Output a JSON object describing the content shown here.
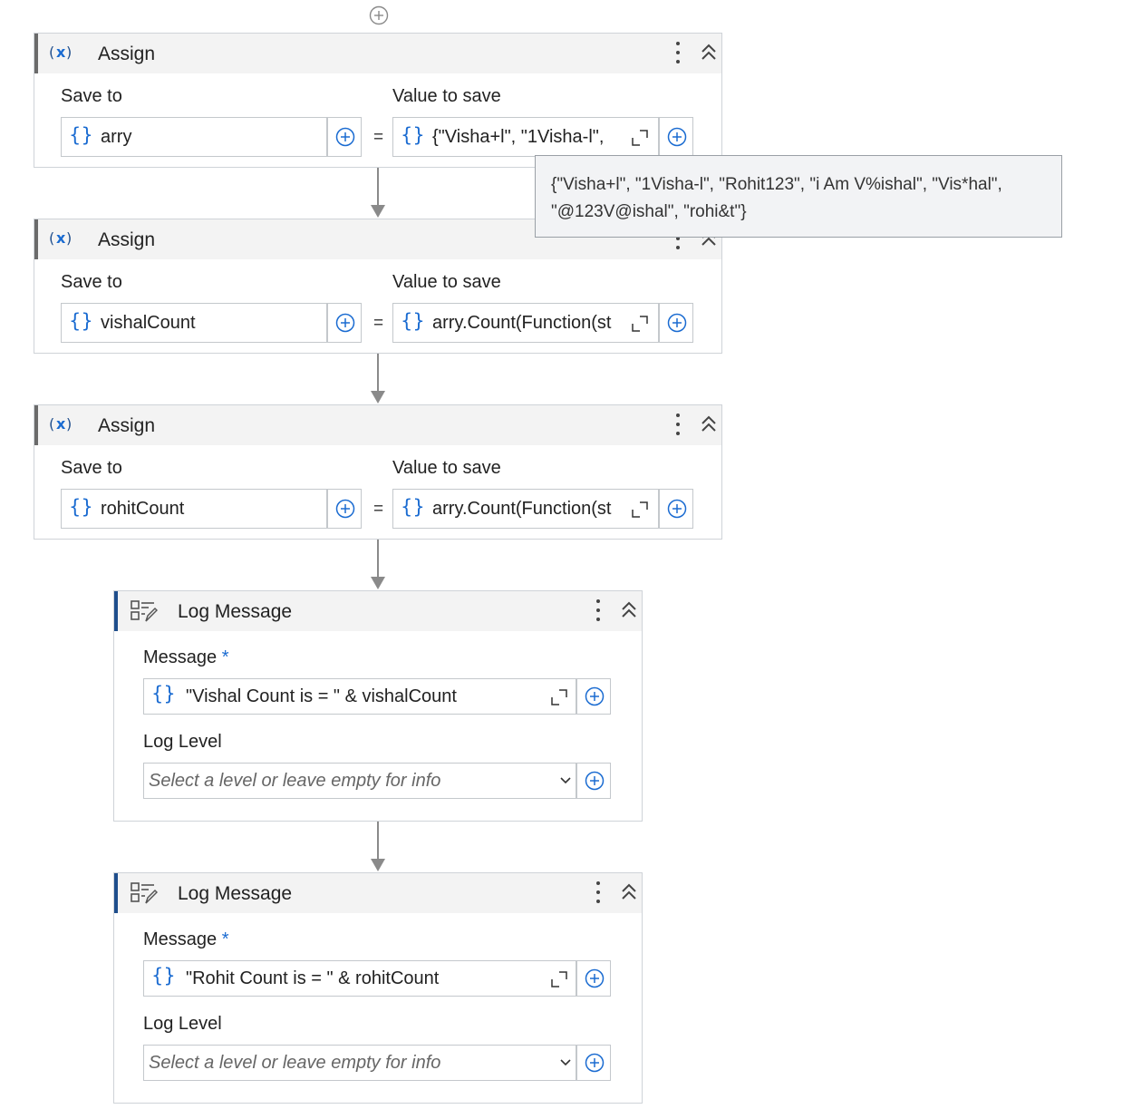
{
  "top_add": {
    "icon": "plus-circle-icon"
  },
  "assigns": [
    {
      "title": "Assign",
      "icon": "variable-x-icon",
      "save_to_label": "Save to",
      "value_label": "Value to save",
      "save_to_value": "arry",
      "equals": "=",
      "value_text": "{\"Visha+l\", \"1Visha-l\","
    },
    {
      "title": "Assign",
      "icon": "variable-x-icon",
      "save_to_label": "Save to",
      "value_label": "Value to save",
      "save_to_value": "vishalCount",
      "equals": "=",
      "value_text": "arry.Count(Function(st"
    },
    {
      "title": "Assign",
      "icon": "variable-x-icon",
      "save_to_label": "Save to",
      "value_label": "Value to save",
      "save_to_value": "rohitCount",
      "equals": "=",
      "value_text": "arry.Count(Function(st"
    }
  ],
  "tooltip": {
    "line1": "{\"Visha+l\", \"1Visha-l\", \"Rohit123\", \"i Am V%ishal\", \"Vis*hal\",",
    "line2": "\"@123V@ishal\", \"rohi&t\"}"
  },
  "logs": [
    {
      "title": "Log Message",
      "icon": "log-message-icon",
      "message_label": "Message",
      "required_mark": "*",
      "message_value": "\"Vishal Count is = \" & vishalCount",
      "level_label": "Log Level",
      "level_placeholder": "Select a level or leave empty for info"
    },
    {
      "title": "Log Message",
      "icon": "log-message-icon",
      "message_label": "Message",
      "required_mark": "*",
      "message_value": "\"Rohit Count is = \" & rohitCount",
      "level_label": "Log Level",
      "level_placeholder": "Select a level or leave empty for info"
    }
  ],
  "colors": {
    "accent": "#1a6bd1",
    "log_bar": "#1f4e8c",
    "assign_bar": "#6b6b6b",
    "connector": "#8a8a8a"
  }
}
